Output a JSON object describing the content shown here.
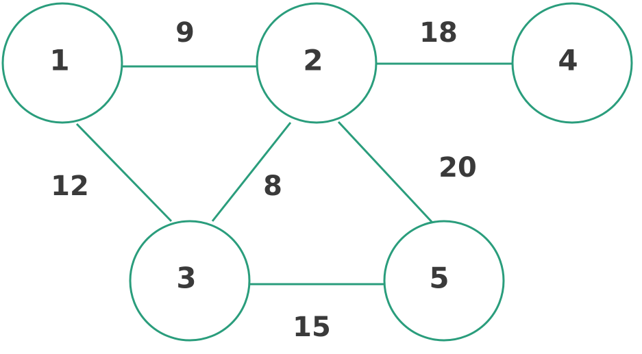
{
  "colors": {
    "line": "#2a9d7c",
    "text": "#3a3a3a",
    "background": "#ffffff"
  },
  "nodes": [
    {
      "id": "1",
      "label": "1"
    },
    {
      "id": "2",
      "label": "2"
    },
    {
      "id": "3",
      "label": "3"
    },
    {
      "id": "4",
      "label": "4"
    },
    {
      "id": "5",
      "label": "5"
    }
  ],
  "edges": [
    {
      "from": "1",
      "to": "2",
      "weight": "9"
    },
    {
      "from": "2",
      "to": "4",
      "weight": "18"
    },
    {
      "from": "1",
      "to": "3",
      "weight": "12"
    },
    {
      "from": "2",
      "to": "3",
      "weight": "8"
    },
    {
      "from": "2",
      "to": "5",
      "weight": "20"
    },
    {
      "from": "3",
      "to": "5",
      "weight": "15"
    }
  ]
}
